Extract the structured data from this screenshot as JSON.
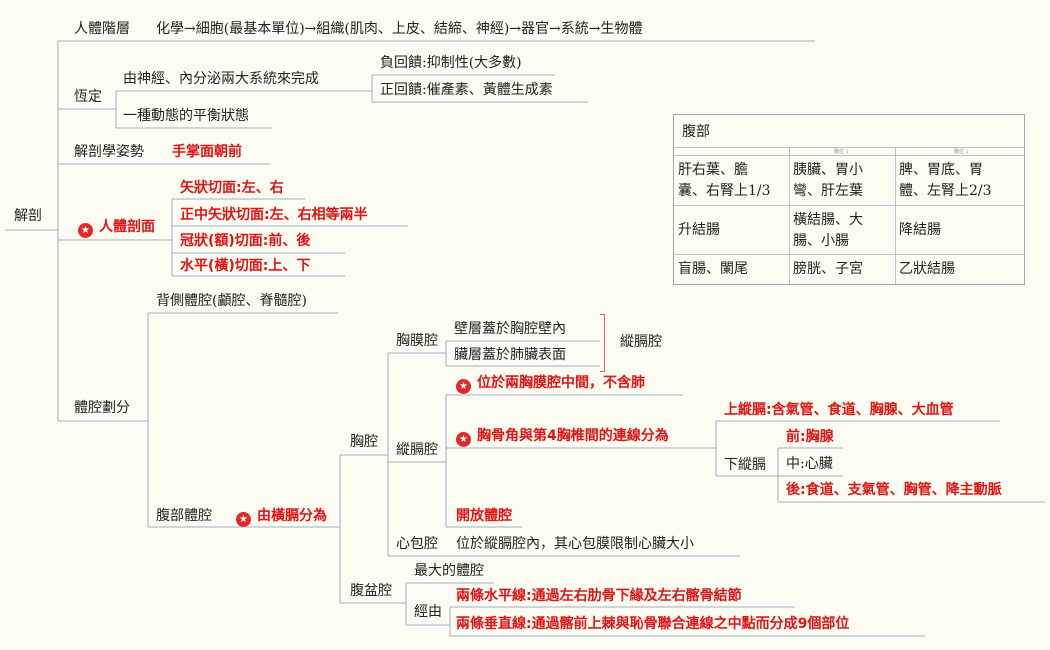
{
  "root": "解剖",
  "levels": {
    "label": "人體階層",
    "chain": "化學→細胞(最基本單位)→組織(肌肉、上皮、結締、神經)→器官→系統→生物體"
  },
  "homeostasis": {
    "label": "恆定",
    "by_systems": "由神經、內分泌兩大系統來完成",
    "negative": "負回饋:抑制性(大多數)",
    "positive": "正回饋:催產素、黃體生成素",
    "dynamic": "一種動態的平衡狀態"
  },
  "posture": {
    "label": "解剖學姿勢",
    "value": "手掌面朝前"
  },
  "planes": {
    "label": "人體剖面",
    "items": [
      "矢狀切面:左、右",
      "正中矢狀切面:左、右相等兩半",
      "冠狀(額)切面:前、後",
      "水平(橫)切面:上、下"
    ]
  },
  "cavity": {
    "label": "體腔劃分",
    "dorsal": "背側體腔(顱腔、脊髓腔)",
    "ventral": "腹部體腔",
    "ventral_note": "由橫膈分為",
    "thoracic": "胸腔",
    "pleural": "胸膜腔",
    "parietal": "壁層蓋於胸腔壁內",
    "visceral": "臟層蓋於肺臟表面",
    "mediastinum_side": "縱膈腔",
    "mediastinum": "縱膈腔",
    "med_note1": "位於兩胸膜腔中間，不含肺",
    "med_note2": "胸骨角與第4胸椎間的連線分為",
    "upper_med": "上縱膈:含氣管、食道、胸腺、大血管",
    "lower_med": "下縱膈",
    "anterior": "前:胸腺",
    "middle": "中:心臟",
    "posterior": "後:食道、支氣管、胸管、降主動脈",
    "open": "開放體腔",
    "pericardial": "心包腔",
    "pericardial_note": "位於縱膈腔內，其心包膜限制心臟大小",
    "pelvic": "腹盆腔",
    "largest": "最大的體腔",
    "via": "經由",
    "horizontal": "兩條水平線:通過左右肋骨下緣及左右髂骨結節",
    "vertical": "兩條垂直線:通過髂前上棘與恥骨聯合連線之中點而分成9個部位"
  },
  "table": {
    "title": "腹部",
    "subheaders": [
      "",
      "欄位 1",
      "欄位 2"
    ],
    "rows": [
      [
        "肝右葉、膽\n囊、右腎上1/3",
        "胰臟、胃小\n彎、肝左葉",
        "脾、胃底、胃\n體、左腎上2/3"
      ],
      [
        "升結腸",
        "橫結腸、大\n腸、小腸",
        "降結腸"
      ],
      [
        "盲腸、闌尾",
        "膀胱、子宮",
        "乙狀結腸"
      ]
    ]
  },
  "colors": {
    "accent": "#e11414",
    "line": "#9db0c4",
    "background": "#fdfcf3"
  }
}
